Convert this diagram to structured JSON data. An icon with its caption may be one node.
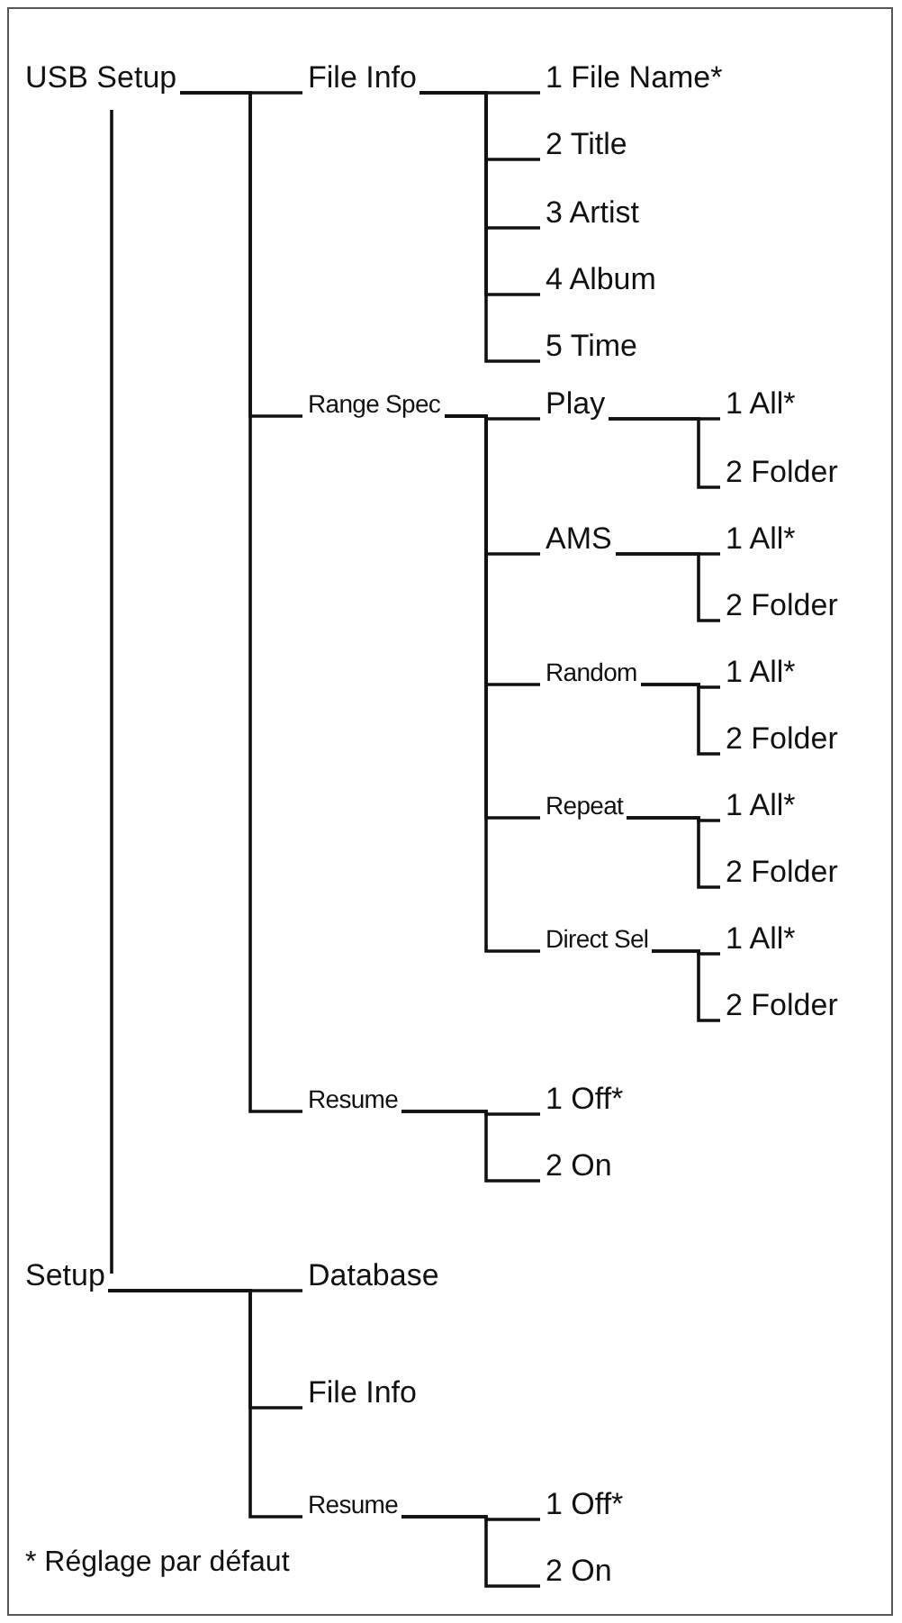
{
  "diagram": {
    "nodes": [
      {
        "text": [
          "USB Setup"
        ]
      },
      {
        "text": [
          "File Info"
        ]
      },
      {
        "text": [
          "1 File Name*"
        ]
      },
      {
        "text": [
          "2 Title"
        ]
      },
      {
        "text": [
          "3 Artist"
        ]
      },
      {
        "text": [
          "4 Album"
        ]
      },
      {
        "text": [
          "5 Time"
        ]
      },
      {
        "text": [
          "Range Spec"
        ]
      },
      {
        "text": [
          "Play"
        ]
      },
      {
        "text": [
          "1 All*"
        ]
      },
      {
        "text": [
          "2 Folder"
        ]
      },
      {
        "text": [
          "AMS"
        ]
      },
      {
        "text": [
          "1 All*"
        ]
      },
      {
        "text": [
          "2 Folder"
        ]
      },
      {
        "text": [
          "Random"
        ]
      },
      {
        "text": [
          "1 All*"
        ]
      },
      {
        "text": [
          "2 Folder"
        ]
      },
      {
        "text": [
          "Repeat"
        ]
      },
      {
        "text": [
          "1 All*"
        ]
      },
      {
        "text": [
          "2 Folder"
        ]
      },
      {
        "text": [
          "Direct Sel"
        ]
      },
      {
        "text": [
          "1 All*"
        ]
      },
      {
        "text": [
          "2 Folder"
        ]
      },
      {
        "text": [
          "Resume"
        ]
      },
      {
        "text": [
          "1 Off*"
        ]
      },
      {
        "text": [
          "2 On"
        ]
      },
      {
        "text": [
          "Setup"
        ]
      },
      {
        "text": [
          "Database"
        ]
      },
      {
        "text": [
          "File Info"
        ]
      },
      {
        "text": [
          "Resume"
        ]
      },
      {
        "text": [
          "1 Off*"
        ]
      },
      {
        "text": [
          "2 On"
        ]
      }
    ],
    "edges": [
      {
        "from": 0,
        "to": 1,
        "arrow": "none"
      },
      {
        "from": 0,
        "to": 7,
        "arrow": "none"
      },
      {
        "from": 0,
        "to": 23,
        "arrow": "none"
      },
      {
        "from": 1,
        "to": 2,
        "arrow": "none"
      },
      {
        "from": 1,
        "to": 3,
        "arrow": "none"
      },
      {
        "from": 1,
        "to": 4,
        "arrow": "none"
      },
      {
        "from": 1,
        "to": 5,
        "arrow": "none"
      },
      {
        "from": 1,
        "to": 6,
        "arrow": "none"
      },
      {
        "from": 7,
        "to": 8,
        "arrow": "none"
      },
      {
        "from": 7,
        "to": 11,
        "arrow": "none"
      },
      {
        "from": 7,
        "to": 14,
        "arrow": "none"
      },
      {
        "from": 7,
        "to": 17,
        "arrow": "none"
      },
      {
        "from": 7,
        "to": 20,
        "arrow": "none"
      },
      {
        "from": 8,
        "to": 9,
        "arrow": "none"
      },
      {
        "from": 8,
        "to": 10,
        "arrow": "none"
      },
      {
        "from": 11,
        "to": 12,
        "arrow": "none"
      },
      {
        "from": 11,
        "to": 13,
        "arrow": "none"
      },
      {
        "from": 14,
        "to": 15,
        "arrow": "none"
      },
      {
        "from": 14,
        "to": 16,
        "arrow": "none"
      },
      {
        "from": 17,
        "to": 18,
        "arrow": "none"
      },
      {
        "from": 17,
        "to": 19,
        "arrow": "none"
      },
      {
        "from": 20,
        "to": 21,
        "arrow": "none"
      },
      {
        "from": 20,
        "to": 22,
        "arrow": "none"
      },
      {
        "from": 23,
        "to": 24,
        "arrow": "none"
      },
      {
        "from": 23,
        "to": 25,
        "arrow": "none"
      },
      {
        "from": 0,
        "to": 26,
        "arrow": "none"
      },
      {
        "from": 26,
        "to": 27,
        "arrow": "none"
      },
      {
        "from": 26,
        "to": 28,
        "arrow": "none"
      },
      {
        "from": 26,
        "to": 29,
        "arrow": "none"
      },
      {
        "from": 29,
        "to": 30,
        "arrow": "none"
      },
      {
        "from": 29,
        "to": 31,
        "arrow": "none"
      }
    ],
    "labels": [
      "* Réglage par défaut"
    ]
  }
}
